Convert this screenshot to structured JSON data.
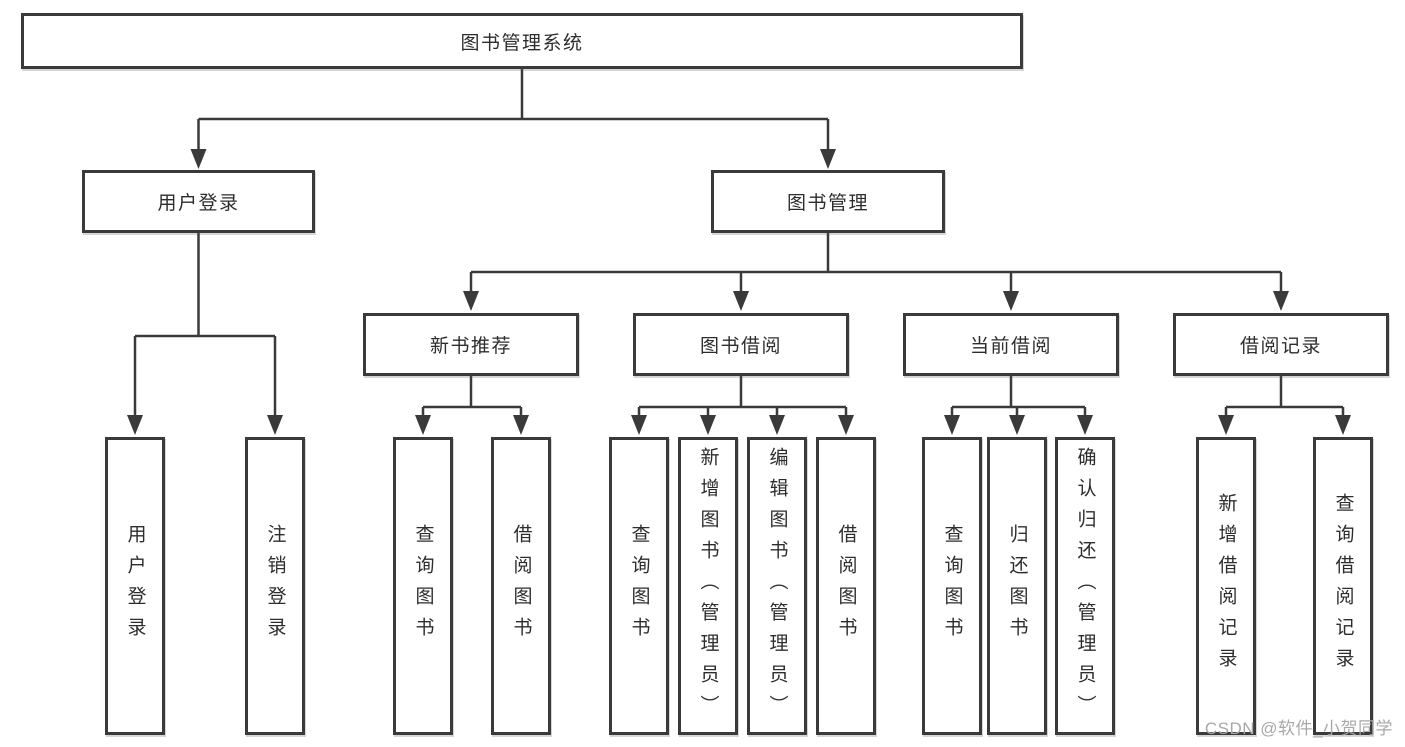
{
  "diagram": {
    "root": {
      "label": "图书管理系统"
    },
    "level2": {
      "user_login": {
        "label": "用户登录",
        "children": {
          "login": {
            "label": "用户登录"
          },
          "logout": {
            "label": "注销登录"
          }
        }
      },
      "book_mgmt": {
        "label": "图书管理",
        "children": {
          "new_book_rec": {
            "label": "新书推荐",
            "children": {
              "query_books": {
                "label": "查询图书"
              },
              "borrow_books": {
                "label": "借阅图书"
              }
            }
          },
          "book_borrow": {
            "label": "图书借阅",
            "children": {
              "query_books": {
                "label": "查询图书"
              },
              "add_books_admin": {
                "label": "新增图书（管理员）"
              },
              "edit_books_admin": {
                "label": "编辑图书（管理员）"
              },
              "borrow_books": {
                "label": "借阅图书"
              }
            }
          },
          "current_borrow": {
            "label": "当前借阅",
            "children": {
              "query_books": {
                "label": "查询图书"
              },
              "return_books": {
                "label": "归还图书"
              },
              "confirm_return_admin": {
                "label": "确认归还（管理员）"
              }
            }
          },
          "borrow_record": {
            "label": "借阅记录",
            "children": {
              "add_record": {
                "label": "新增借阅记录"
              },
              "query_record": {
                "label": "查询借阅记录"
              }
            }
          }
        }
      }
    }
  },
  "watermark": {
    "text": "CSDN @软件_小贺同学"
  },
  "colors": {
    "line": "#3a3a3a",
    "box_border": "#3a3a3a",
    "text": "#2d2d2d",
    "watermark": "#a8a8a8",
    "background": "#ffffff"
  }
}
